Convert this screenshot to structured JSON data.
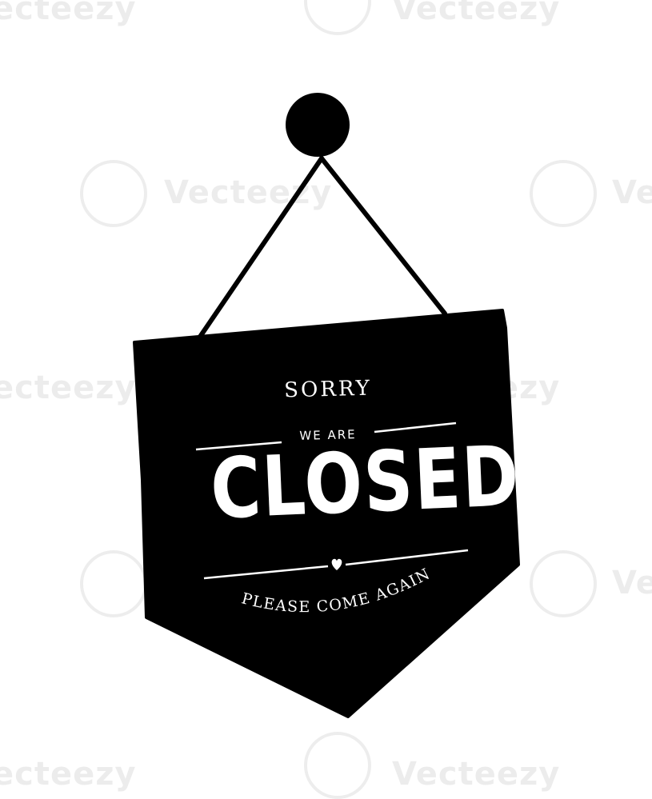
{
  "sign": {
    "line1": "SORRY",
    "line2": "WE ARE",
    "headline": "CLOSED",
    "footer": "PLEASE COME AGAIN"
  },
  "watermark": {
    "text": "Vecteezy",
    "partial": "ecteezy",
    "edge": "Ve"
  },
  "colors": {
    "sign": "#000000",
    "text": "#ffffff",
    "background": "#ffffff"
  },
  "icons": [
    "heart-icon"
  ]
}
